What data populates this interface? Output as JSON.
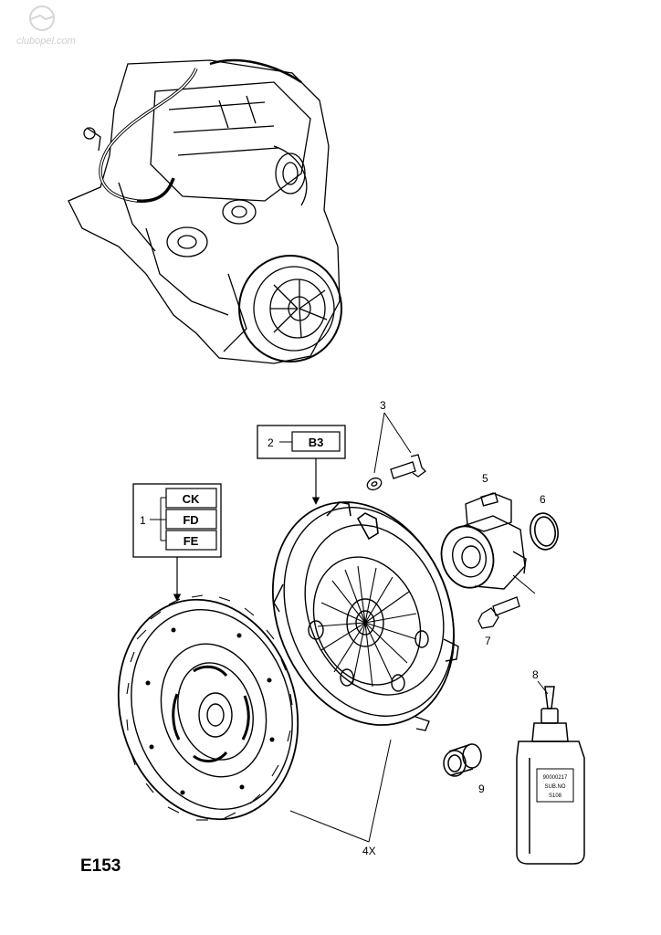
{
  "watermark": "clubopel.com",
  "diagram_ref": "E153",
  "callouts": {
    "disc": "1",
    "pressure_plate": "2",
    "bolts": "3",
    "release_bearing": "5",
    "oring": "6",
    "bearing_bolt": "7",
    "lubricant": "8",
    "bushing": "9",
    "quantity": "4X"
  },
  "codes_box1": [
    "CK",
    "FD",
    "FE"
  ],
  "codes_box2": [
    "B3"
  ],
  "bottle_label": [
    "90000217",
    "SUB.NO",
    "S108"
  ]
}
